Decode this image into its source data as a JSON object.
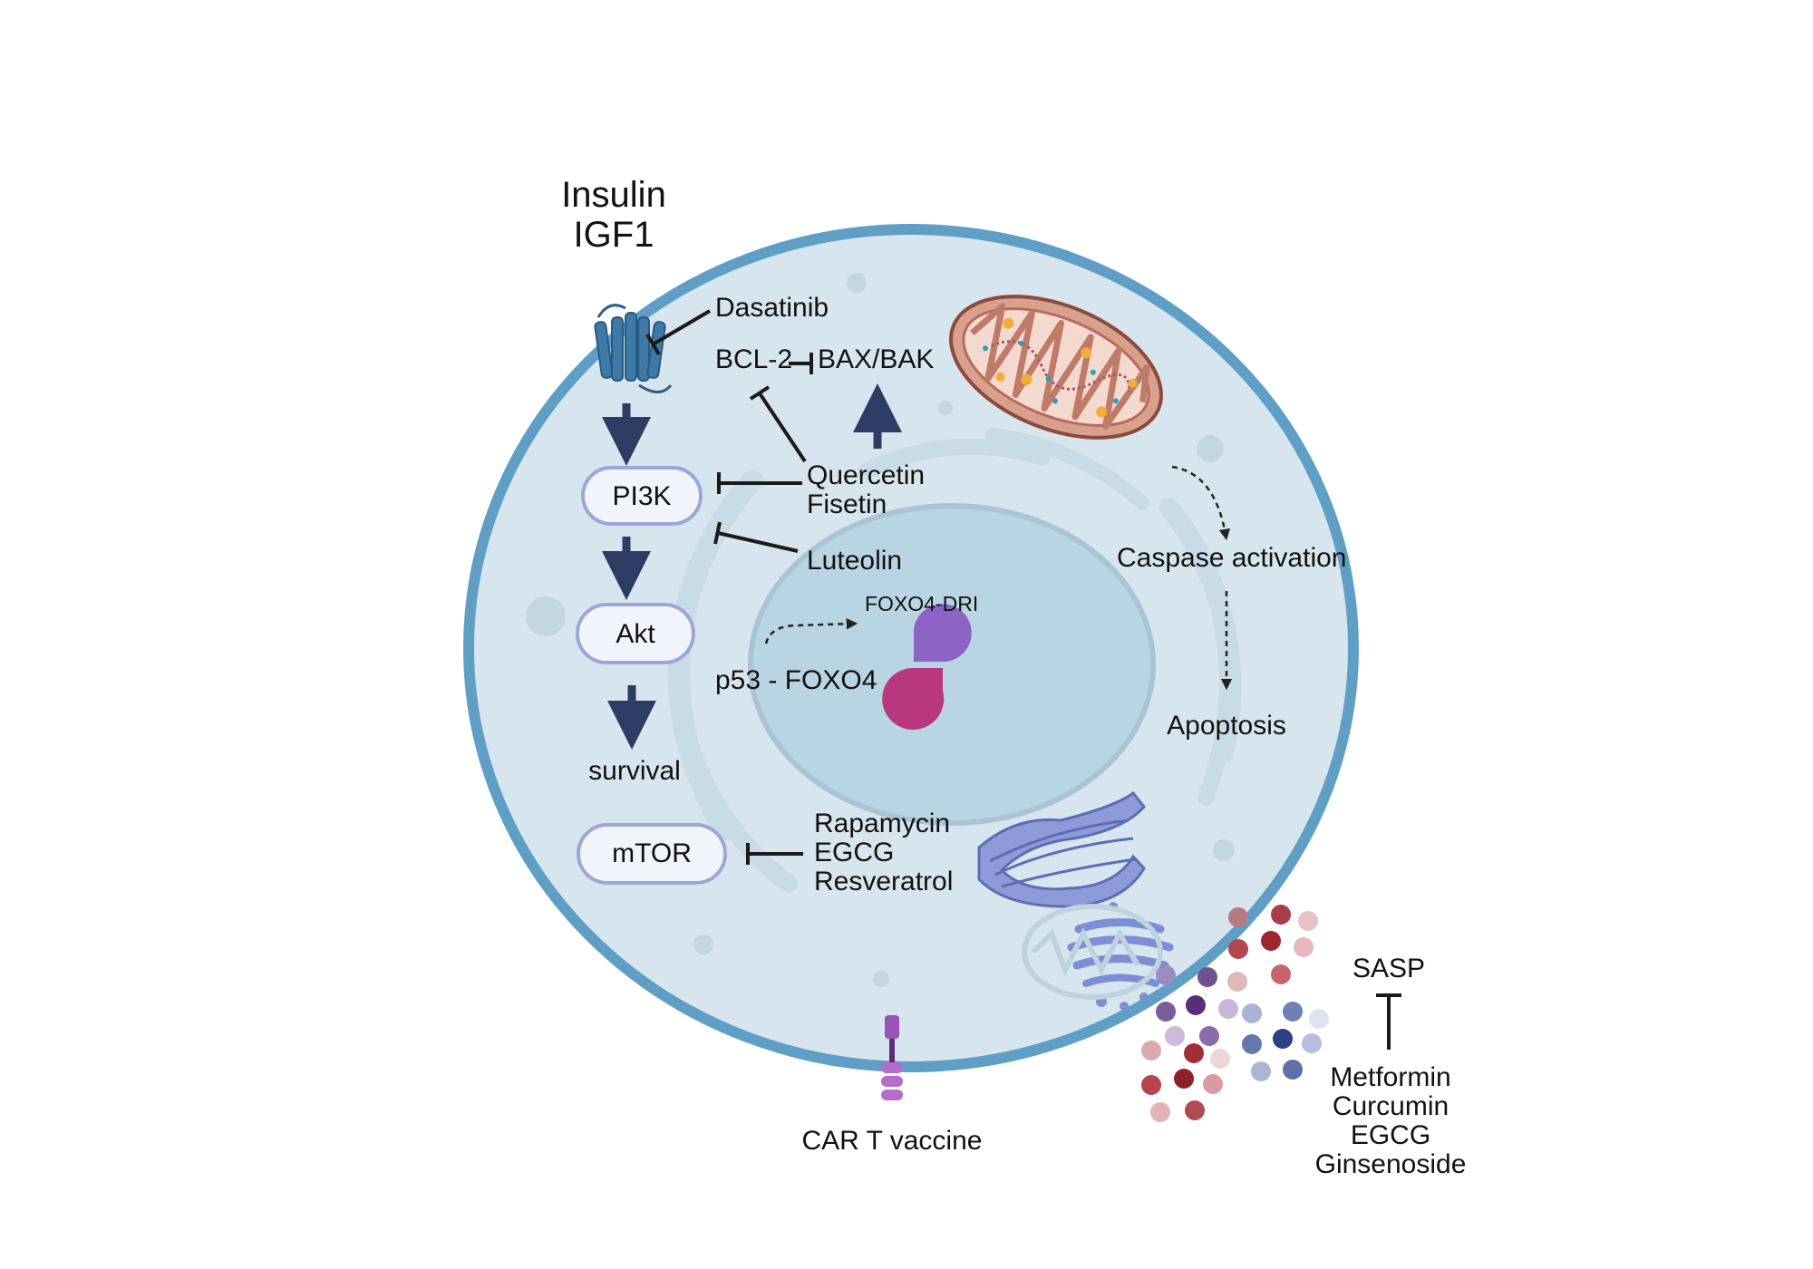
{
  "ligand": {
    "line1": "Insulin",
    "line2": "IGF1"
  },
  "drugs": {
    "dasatinib": "Dasatinib",
    "quercetin": "Quercetin",
    "fisetin": "Fisetin",
    "luteolin": "Luteolin",
    "mtor_inhibitors": [
      "Rapamycin",
      "EGCG",
      "Resveratrol"
    ],
    "sasp_inhibitors": [
      "Metformin",
      "Curcumin",
      "EGCG",
      "Ginsenoside"
    ]
  },
  "pathway": {
    "pi3k": "PI3K",
    "akt": "Akt",
    "survival": "survival",
    "mtor": "mTOR"
  },
  "apoptosis_axis": {
    "bcl2": "BCL-2",
    "bax_bak": "BAX/BAK",
    "caspase": "Caspase activation",
    "apoptosis": "Apoptosis"
  },
  "foxo": {
    "peptide": "FOXO4-DRI",
    "complex": "p53 - FOXO4"
  },
  "sasp": "SASP",
  "car_t": "CAR T vaccine",
  "colors": {
    "membrane": "#5f9fc6",
    "cytoplasm": "#d7e5ee",
    "nucleus": "#b9d4e2",
    "arrow": "#2e3b63",
    "pill_border": "#9aa7d8",
    "pill_fill": "#f2f4fb",
    "peptide_purple": "#8d63c6",
    "p53_magenta": "#b8377f"
  }
}
